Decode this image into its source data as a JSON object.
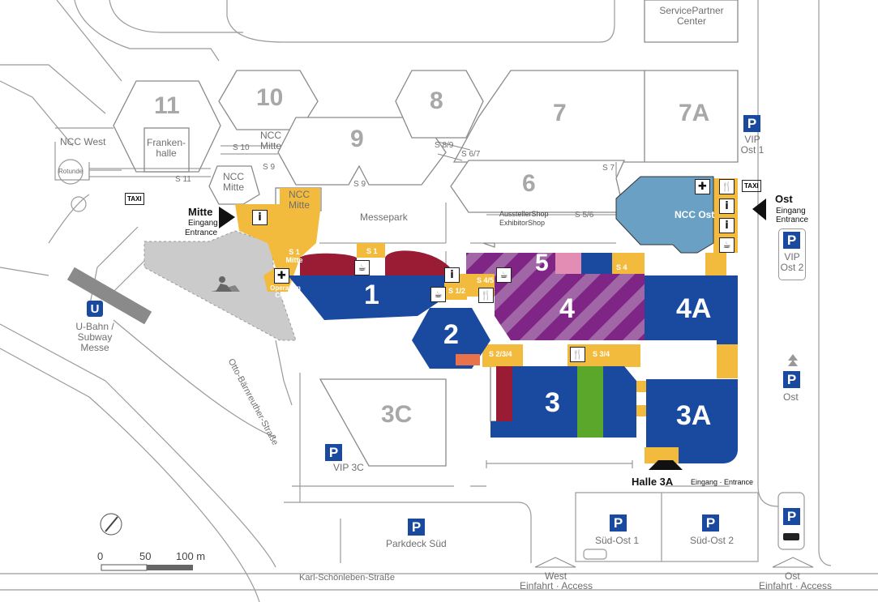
{
  "colors": {
    "blue": "#1a4aa0",
    "yellow": "#f3bb3e",
    "purple": "#7f2585",
    "red": "#991b34",
    "green": "#5aa72c",
    "light_blue": "#6aa0c3",
    "pink": "#e38db5",
    "grey_area": "#cbcbcb",
    "orange": "#e8734a",
    "line": "#9a9a9a"
  },
  "halls": {
    "h1": "1",
    "h2": "2",
    "h3": "3",
    "h3a": "3A",
    "h3c": "3C",
    "h4": "4",
    "h4a": "4A",
    "h5": "5",
    "h6": "6",
    "h7": "7",
    "h7a": "7A",
    "h8": "8",
    "h9": "9",
    "h10": "10",
    "h11": "11"
  },
  "areas": {
    "service_partner": "ServicePartner Center",
    "ncc_west": "NCC West",
    "frankenhalle": "Franken- halle",
    "rotunde": "Rotunde",
    "ncc_mitte_a": "NCC Mitte",
    "ncc_mitte_b": "NCC Mitte",
    "ncc_mitte_c": "NCC Mitte",
    "messepark": "Messepark",
    "ncc_ost": "NCC Ost",
    "shop": "AusstellerShop ExhibitorShop",
    "s1_mitte": "S 1 Mitte",
    "operation_center": "Operation Center"
  },
  "passages": {
    "s1": "S 1",
    "s11": "S 11",
    "s10": "S 10",
    "s9a": "S 9",
    "s9b": "S 9",
    "s89": "S 8/9",
    "s67": "S 6/7",
    "s7": "S 7",
    "s56": "S 5/6",
    "s4": "S 4",
    "s45": "S 4/5",
    "s12": "S 1/2",
    "s234": "S 2/3/4",
    "s34": "S 3/4"
  },
  "entrances": {
    "mitte_title": "Mitte",
    "mitte_sub1": "Eingang",
    "mitte_sub2": "Entrance",
    "ost_title": "Ost",
    "ost_sub1": "Eingang",
    "ost_sub2": "Entrance",
    "halle3a_title": "Halle 3A",
    "halle3a_sub": "Eingang · Entrance"
  },
  "parking": {
    "vip_ost1": "VIP Ost 1",
    "vip_ost2": "VIP Ost 2",
    "ost": "Ost",
    "vip_3c": "VIP 3C",
    "parkdeck_sued": "Parkdeck Süd",
    "sued_ost1": "Süd-Ost 1",
    "sued_ost2": "Süd-Ost 2",
    "p_letter": "P"
  },
  "transit": {
    "u_letter": "U",
    "ubahn": "U-Bahn / Subway Messe",
    "taxi": "TAXI"
  },
  "streets": {
    "otto": "Otto-Bärnreuther-Straße",
    "karl": "Karl-Schönleben-Straße"
  },
  "access": {
    "west_title": "West",
    "west_sub": "Einfahrt · Access",
    "ost_title": "Ost",
    "ost_sub": "Einfahrt · Access"
  },
  "scale": {
    "zero": "0",
    "fifty": "50",
    "hundred": "100 m"
  },
  "icons": {
    "info": "i",
    "first_aid": "✚",
    "restaurant": "🍴",
    "cafe": "☕"
  }
}
